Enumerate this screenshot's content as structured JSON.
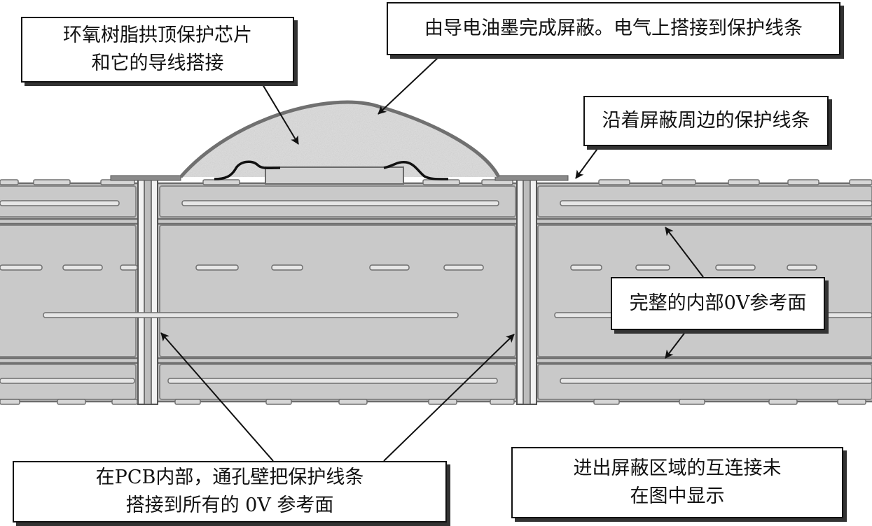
{
  "callouts": {
    "epoxy": {
      "lines": [
        "环氧树脂拱顶保护芯片",
        "和它的导线搭接"
      ]
    },
    "ink": {
      "text": "由导电油墨完成屏蔽。电气上搭接到保护线条"
    },
    "perimeter": {
      "text": "沿着屏蔽周边的保护线条"
    },
    "plane": {
      "text": "完整的内部0V参考面"
    },
    "via": {
      "lines": [
        "在PCB内部，通孔壁把保护线条",
        "搭接到所有的 0V 参考面"
      ]
    },
    "interconnect": {
      "lines": [
        "进出屏蔽区域的互连接未",
        "在图中显示"
      ]
    }
  },
  "colors": {
    "board": "#c9c9c9",
    "layer_line": "#7a7a7a",
    "trace": "#a9a9a9",
    "epoxy": "#dadada",
    "ink": "#6e6e6e"
  }
}
